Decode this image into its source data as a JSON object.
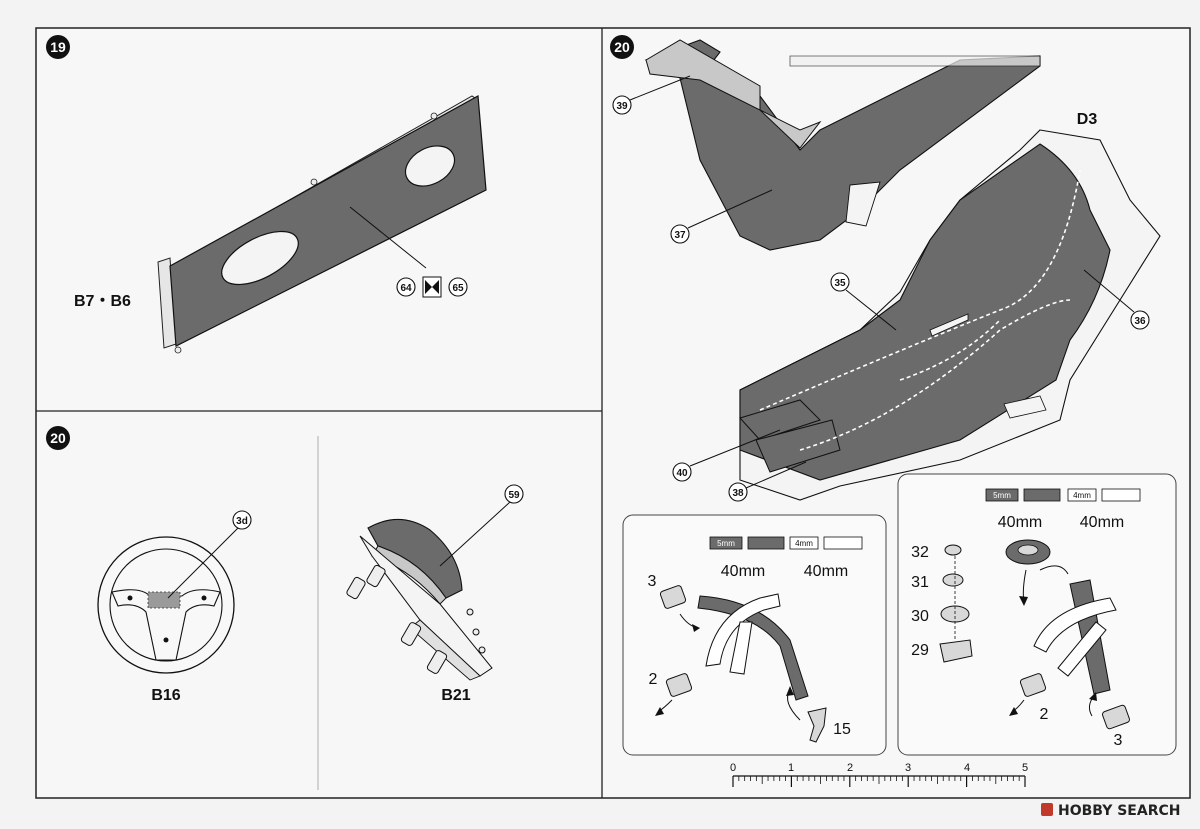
{
  "panels": {
    "p19": {
      "step": "19",
      "part_label": "B7・B6",
      "callout_a": "64",
      "callout_b": "65"
    },
    "p20a": {
      "step": "20",
      "wheel_label": "B16",
      "wheel_callout": "3d",
      "column_label": "B21",
      "column_callout": "59"
    },
    "p20b": {
      "step": "20",
      "body_label": "D3",
      "callouts": [
        "39",
        "37",
        "35",
        "36",
        "40",
        "38"
      ]
    }
  },
  "belt_left": {
    "swatch_dark": "5mm",
    "swatch_light": "4mm",
    "len_dark": "40mm",
    "len_light": "40mm",
    "parts": [
      "3",
      "2",
      "15"
    ]
  },
  "belt_right": {
    "swatch_dark": "5mm",
    "swatch_light": "4mm",
    "len_dark": "40mm",
    "len_light": "40mm",
    "stack": [
      "32",
      "31",
      "30",
      "29"
    ],
    "parts": [
      "2",
      "3"
    ]
  },
  "scale": {
    "ticks": [
      "0",
      "1",
      "2",
      "3",
      "4",
      "5"
    ]
  },
  "watermark": {
    "text": "HOBBY SEARCH"
  },
  "colors": {
    "panel_fill": "#6b6b6b",
    "line": "#111111",
    "light_fill": "#c8c8c8"
  }
}
